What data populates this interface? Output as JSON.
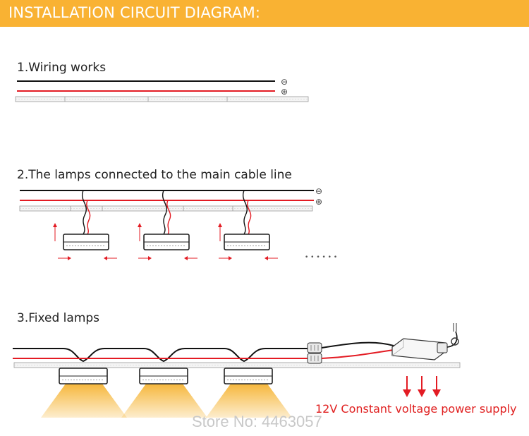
{
  "header": {
    "title": "INSTALLATION CIRCUIT DIAGRAM:"
  },
  "steps": [
    {
      "label": "1.Wiring works"
    },
    {
      "label": "2.The lamps connected to the main cable line"
    },
    {
      "label": "3.Fixed lamps"
    }
  ],
  "symbols": {
    "negative": "⊖",
    "positive": "⊕",
    "ellipsis": "• • • • • •"
  },
  "power_supply": {
    "label": "12V Constant voltage power supply"
  },
  "watermark": {
    "text": "Store No: 4463057"
  },
  "colors": {
    "header_bg": "#f9b233",
    "wire_positive": "#e31b23",
    "wire_negative": "#111111",
    "light_glow": "#f6b73c",
    "label_red": "#e02020"
  }
}
